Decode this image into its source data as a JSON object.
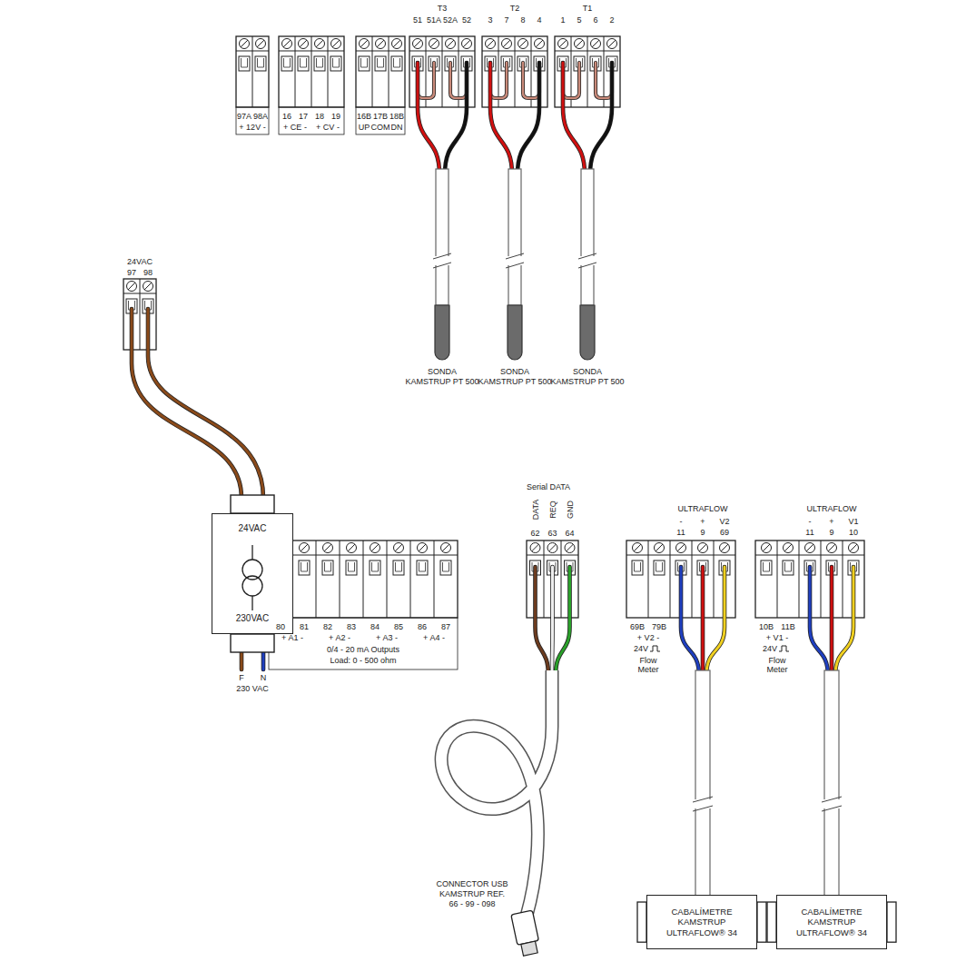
{
  "diagram": {
    "nodes": [
      {
        "text": [
          "SONDA KAMSTRUP PT 500"
        ]
      },
      {
        "text": [
          "SONDA KAMSTRUP PT 500"
        ]
      },
      {
        "text": [
          "SONDA KAMSTRUP PT 500"
        ]
      },
      {
        "text": [
          "24VAC",
          "230VAC"
        ]
      },
      {
        "text": [
          "CONNECTOR USB KAMSTRUP REF. 66 - 99 - 098"
        ]
      },
      {
        "text": [
          "CABALÍMETRE KAMSTRUP ULTRAFLOW® 34"
        ]
      },
      {
        "text": [
          "CABALÍMETRE KAMSTRUP ULTRAFLOW® 34"
        ]
      }
    ],
    "labels": [
      "97A",
      "98A",
      "+ 12V -",
      "16",
      "17",
      "+ CE -",
      "18",
      "19",
      "+ CV -",
      "16B",
      "17B",
      "18B",
      "UP",
      "COM",
      "DN",
      "T3",
      "51",
      "51A",
      "52A",
      "52",
      "T2",
      "3",
      "7",
      "8",
      "4",
      "T1",
      "1",
      "5",
      "6",
      "2",
      "24VAC",
      "97",
      "98",
      "F",
      "N",
      "230 VAC",
      "80",
      "81",
      "+ A1 -",
      "82",
      "83",
      "+ A2 -",
      "84",
      "85",
      "+ A3 -",
      "86",
      "87",
      "+ A4 -",
      "0/4 - 20 mA Outputs",
      "Load: 0 - 500 ohm",
      "Serial DATA",
      "DATA",
      "REQ",
      "GND",
      "62",
      "63",
      "64",
      "ULTRAFLOW",
      "-",
      "+",
      "V2",
      "11",
      "9",
      "69",
      "69B",
      "79B",
      "+ V2 -",
      "24V",
      "Flow Meter",
      "ULTRAFLOW",
      "-",
      "+",
      "V1",
      "11",
      "9",
      "10",
      "10B",
      "11B",
      "+ V1 -",
      "24V",
      "Flow Meter"
    ]
  }
}
